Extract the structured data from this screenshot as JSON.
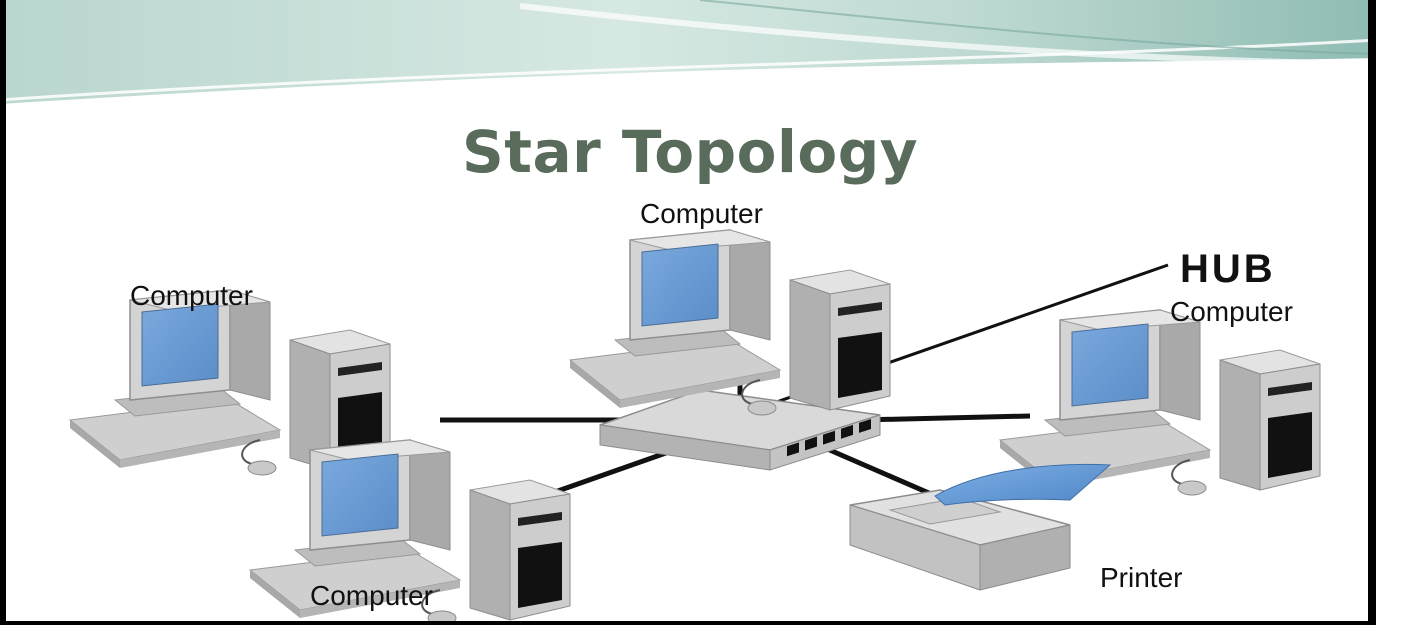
{
  "title": "Star Topology",
  "nodes": {
    "computer_top": "Computer",
    "computer_left": "Computer",
    "computer_right": "Computer",
    "computer_bottom": "Computer",
    "printer": "Printer",
    "hub": "HUB"
  },
  "colors": {
    "title": "#596b5b",
    "screen": "#6f9fd6",
    "device_body": "#c8c8c8",
    "cable": "#111111",
    "banner_teal": "#a9cdc6"
  }
}
